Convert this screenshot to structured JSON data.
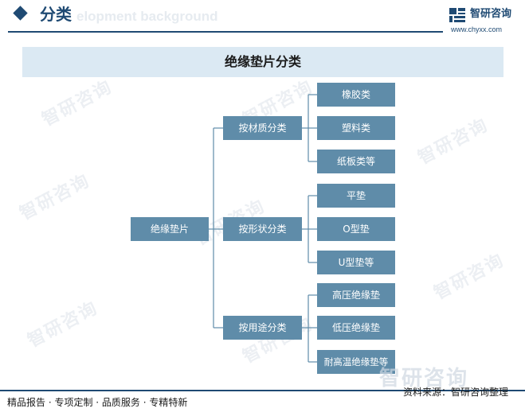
{
  "header": {
    "title": "分类",
    "bg_text": "elopment background"
  },
  "brand": {
    "name": "智研咨询",
    "url": "www.chyxx.com"
  },
  "watermark": {
    "text": "智研咨询"
  },
  "diagram": {
    "title": "绝缘垫片分类",
    "root": "绝缘垫片",
    "branches": [
      {
        "label": "按材质分类",
        "children": [
          "橡胶类",
          "塑料类",
          "纸板类等"
        ]
      },
      {
        "label": "按形状分类",
        "children": [
          "平垫",
          "O型垫",
          "U型垫等"
        ]
      },
      {
        "label": "按用途分类",
        "children": [
          "高压绝缘垫",
          "低压绝缘垫",
          "耐高温绝缘垫等"
        ]
      }
    ]
  },
  "footer": {
    "tagline": "精品报告 · 专项定制 · 品质服务 · 专精特新",
    "source": "资料来源：智研咨询整理",
    "watermark": "智研咨询"
  },
  "colors": {
    "node_fill": "#5f8ca9",
    "connector": "#5f8ca9",
    "title_bg": "#dbe9f3",
    "brand": "#1f4a73"
  }
}
